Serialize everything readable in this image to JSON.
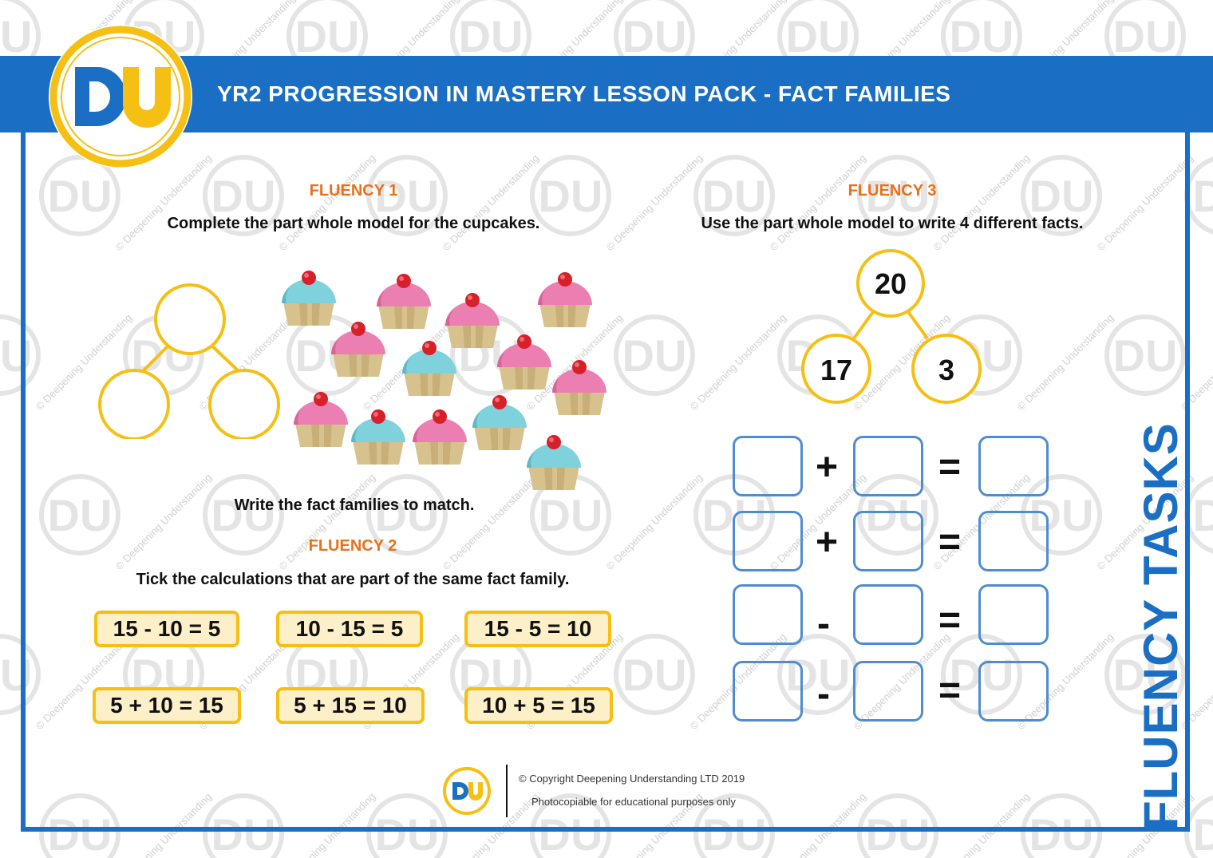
{
  "header": {
    "logo_text": "DU",
    "title": "YR2 PROGRESSION IN MASTERY LESSON PACK - FACT FAMILIES"
  },
  "colors": {
    "brand_blue": "#1a6fc4",
    "accent_orange": "#e8711c",
    "accent_yellow": "#f5bf14",
    "box_fill": "#fdf0c8",
    "answer_blue": "#4f8cd0"
  },
  "watermark": {
    "logo_text": "DU",
    "caption": "© Deepening Understanding"
  },
  "fluency1": {
    "title": "FLUENCY 1",
    "instruction": "Complete the part whole model for the cupcakes.",
    "follow_up": "Write the fact families to match."
  },
  "fluency2": {
    "title": "FLUENCY 2",
    "instruction": "Tick the calculations that are part of the same fact family.",
    "calculations": [
      "15 - 10 = 5",
      "10 - 15 = 5",
      "15 - 5 = 10",
      "5 + 10 = 15",
      "5 + 15 = 10",
      "10 + 5 = 15"
    ]
  },
  "fluency3": {
    "title": "FLUENCY 3",
    "instruction": "Use the part whole model to write 4 different facts.",
    "whole": "20",
    "part_a": "17",
    "part_b": "3",
    "operators": [
      "+",
      "+",
      "-",
      "-"
    ],
    "equals": "="
  },
  "side_title": "FLUENCY TASKS",
  "footer": {
    "logo_text": "DU",
    "copyright": "© Copyright Deepening Understanding LTD 2019",
    "note": "Photocopiable for educational purposes only"
  }
}
